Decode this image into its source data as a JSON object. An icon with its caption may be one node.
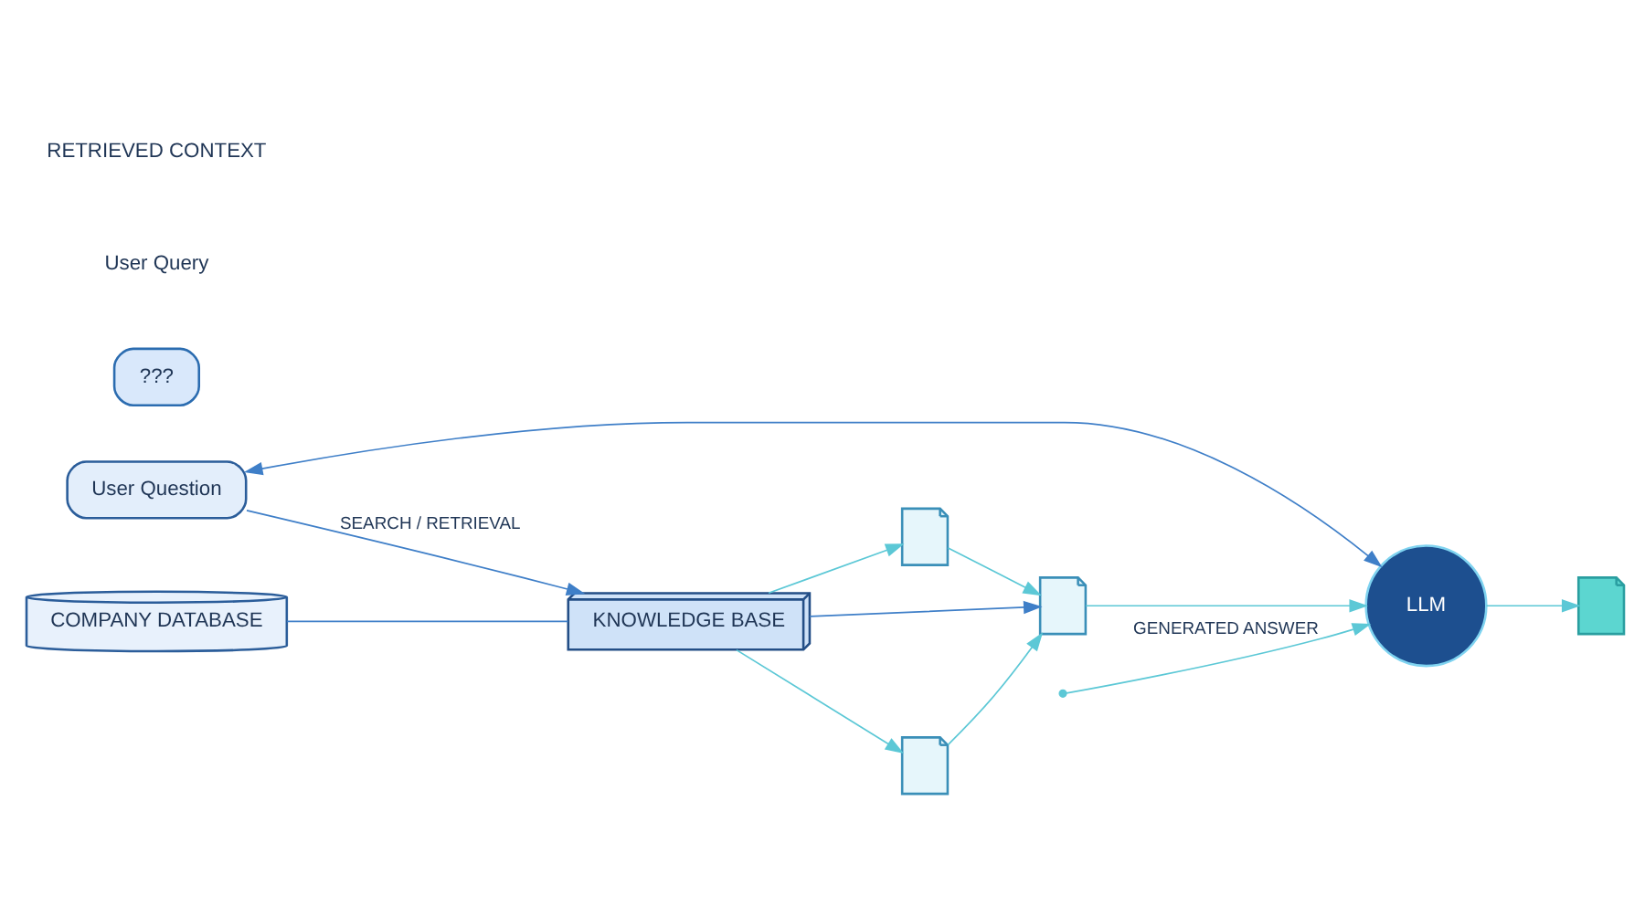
{
  "diagram": {
    "nodes": [
      {
        "text": [
          "User Question"
        ]
      },
      {
        "text": [
          "???"
        ]
      },
      {
        "text": [
          "COMPANY DATABASE"
        ]
      },
      {
        "text": [
          "KNOWLEDGE BASE"
        ]
      },
      {
        "text": [],
        "shape": "picture"
      },
      {
        "text": [],
        "shape": "picture"
      },
      {
        "text": [],
        "shape": "picture"
      },
      {
        "text": [
          "LLM"
        ]
      },
      {
        "text": [],
        "shape": "picture"
      }
    ],
    "edges": [
      {
        "from": 0,
        "to": 3,
        "arrow": "to",
        "label": "SEARCH / RETRIEVAL"
      },
      {
        "from": 2,
        "to": 3,
        "arrow": "none"
      },
      {
        "from": 3,
        "to": 4,
        "arrow": "to",
        "color": "#5cc8d6"
      },
      {
        "from": 3,
        "to": 5,
        "arrow": "to"
      },
      {
        "from": 3,
        "to": 6,
        "arrow": "to",
        "color": "#5cc8d6"
      },
      {
        "from": 4,
        "to": 5,
        "arrow": "to",
        "color": "#5cc8d6"
      },
      {
        "from": 6,
        "to": 5,
        "arrow": "to",
        "color": "#5cc8d6"
      },
      {
        "from": 5,
        "to": 7,
        "arrow": "to",
        "color": "#5cc8d6"
      },
      {
        "from": 7,
        "to": 8,
        "arrow": "to",
        "color": "#5cc8d6"
      },
      {
        "from": 7,
        "to": 0,
        "arrow": "both"
      },
      {
        "from": null,
        "to": 7,
        "arrow": "to",
        "label": "GENERATED ANSWER",
        "color": "#5cc8d6"
      }
    ],
    "labels": [
      "User Query",
      "RETRIEVED CONTEXT"
    ]
  }
}
